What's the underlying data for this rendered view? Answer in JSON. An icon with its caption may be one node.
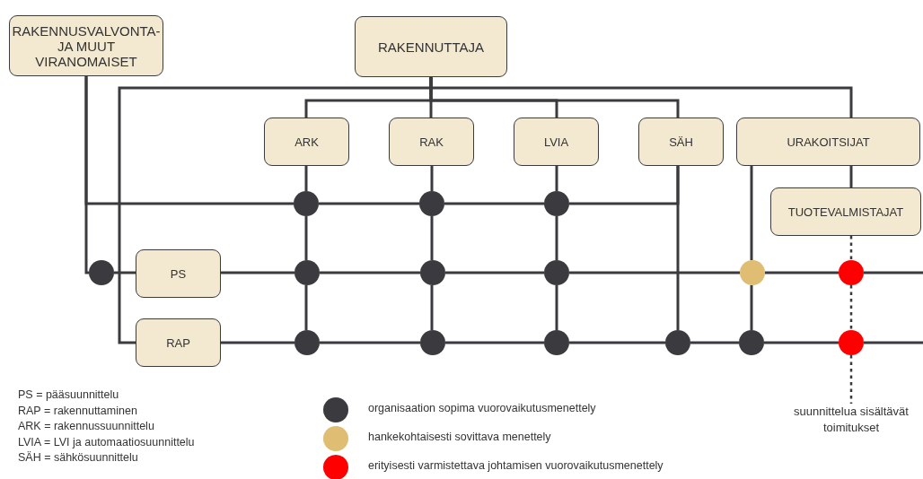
{
  "diagram": {
    "nodes": [
      {
        "text": [
          "RAKENNUSVALVONTA- JA MUUT VIRANOMAISET"
        ]
      },
      {
        "text": [
          "RAKENNUTTAJA"
        ]
      },
      {
        "text": [
          "ARK"
        ]
      },
      {
        "text": [
          "RAK"
        ]
      },
      {
        "text": [
          "LVIA"
        ]
      },
      {
        "text": [
          "SÄH"
        ]
      },
      {
        "text": [
          "URAKOITSIJAT"
        ]
      },
      {
        "text": [
          "TUOTEVALMISTAJAT"
        ]
      },
      {
        "text": [
          "PS"
        ]
      },
      {
        "text": [
          "RAP"
        ]
      },
      {
        "text": [],
        "shape": "circle"
      },
      {
        "text": [],
        "shape": "circle"
      },
      {
        "text": [],
        "shape": "circle"
      },
      {
        "text": [],
        "shape": "circle"
      },
      {
        "text": [],
        "shape": "circle"
      },
      {
        "text": [],
        "shape": "circle"
      },
      {
        "text": [],
        "shape": "circle"
      },
      {
        "text": [],
        "shape": "circle"
      },
      {
        "text": [],
        "shape": "circle"
      },
      {
        "text": [],
        "shape": "circle"
      },
      {
        "text": [],
        "shape": "circle"
      },
      {
        "text": [],
        "shape": "circle"
      },
      {
        "text": [],
        "shape": "circle"
      },
      {
        "text": [],
        "shape": "circle"
      },
      {
        "text": [],
        "shape": "circle"
      },
      {
        "text": [
          "suunnittelua sisältävät toimitukset"
        ]
      }
    ],
    "edges": [
      {
        "from": 1,
        "to": 2,
        "arrow": "none"
      },
      {
        "from": 1,
        "to": 3,
        "arrow": "none"
      },
      {
        "from": 1,
        "to": 4,
        "arrow": "none"
      },
      {
        "from": 1,
        "to": 5,
        "arrow": "none"
      },
      {
        "from": 1,
        "to": 6,
        "arrow": "none"
      },
      {
        "from": 1,
        "to": 9,
        "arrow": "none"
      },
      {
        "from": 0,
        "to": 10,
        "arrow": "none"
      },
      {
        "from": 10,
        "to": 11,
        "arrow": "none"
      },
      {
        "from": 11,
        "to": 12,
        "arrow": "none"
      },
      {
        "from": 12,
        "to": 5,
        "arrow": "none"
      },
      {
        "from": 0,
        "to": 13,
        "arrow": "none"
      },
      {
        "from": 13,
        "to": 8,
        "arrow": "none"
      },
      {
        "from": 2,
        "to": 10,
        "arrow": "none"
      },
      {
        "from": 10,
        "to": 14,
        "arrow": "none"
      },
      {
        "from": 14,
        "to": 19,
        "arrow": "none"
      },
      {
        "from": 3,
        "to": 11,
        "arrow": "none"
      },
      {
        "from": 11,
        "to": 15,
        "arrow": "none"
      },
      {
        "from": 15,
        "to": 20,
        "arrow": "none"
      },
      {
        "from": 4,
        "to": 12,
        "arrow": "none"
      },
      {
        "from": 12,
        "to": 16,
        "arrow": "none"
      },
      {
        "from": 16,
        "to": 21,
        "arrow": "none"
      },
      {
        "from": 5,
        "to": 22,
        "arrow": "none"
      },
      {
        "from": 6,
        "to": 17,
        "arrow": "none"
      },
      {
        "from": 17,
        "to": 23,
        "arrow": "none"
      },
      {
        "from": 6,
        "to": 7,
        "arrow": "none"
      },
      {
        "from": 7,
        "to": 18,
        "arrow": "none",
        "style": "dashed"
      },
      {
        "from": 18,
        "to": 24,
        "arrow": "none",
        "style": "dashed"
      },
      {
        "from": 24,
        "to": 25,
        "arrow": "none",
        "style": "dashed"
      },
      {
        "from": 8,
        "to": 14,
        "arrow": "none"
      },
      {
        "from": 14,
        "to": 15,
        "arrow": "none"
      },
      {
        "from": 15,
        "to": 16,
        "arrow": "none"
      },
      {
        "from": 16,
        "to": 17,
        "arrow": "none"
      },
      {
        "from": 17,
        "to": 18,
        "arrow": "none"
      },
      {
        "from": 18,
        "to": null,
        "arrow": "none"
      },
      {
        "from": 9,
        "to": 19,
        "arrow": "none"
      },
      {
        "from": 19,
        "to": 20,
        "arrow": "none"
      },
      {
        "from": 20,
        "to": 21,
        "arrow": "none"
      },
      {
        "from": 21,
        "to": 22,
        "arrow": "none"
      },
      {
        "from": 22,
        "to": 23,
        "arrow": "none"
      },
      {
        "from": 23,
        "to": 24,
        "arrow": "none"
      },
      {
        "from": 24,
        "to": null,
        "arrow": "none"
      }
    ],
    "labels": [
      "PS = pääsuunnittelu",
      "RAP = rakennuttaminen",
      "ARK = rakennussuunnittelu",
      "LVIA = LVI ja automaatiosuunnittelu",
      "SÄH = sähkösuunnittelu"
    ],
    "legend": [
      {
        "text": "organisaation sopima vuorovaikutusmenettely",
        "color": "#3a3a3f"
      },
      {
        "text": "hankekohtaisesti sovittava menettely",
        "color": "#dfbd72"
      },
      {
        "text": "erityisesti varmistettava johtamisen vuorovaikutusmenettely",
        "color": "#ff0000"
      }
    ]
  }
}
